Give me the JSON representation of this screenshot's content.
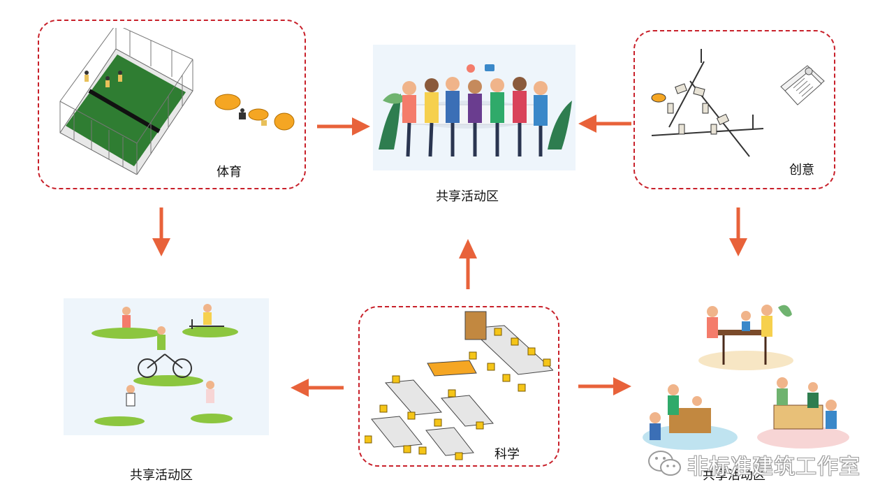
{
  "nodes": {
    "sports": {
      "label": "体育"
    },
    "creative": {
      "label": "创意"
    },
    "science": {
      "label": "科学"
    },
    "shared_top": {
      "label": "共享活动区"
    },
    "shared_bottom_left": {
      "label": "共享活动区"
    },
    "shared_bottom_right": {
      "label": "共享活动区"
    }
  },
  "colors": {
    "dashed_border": "#c8202a",
    "arrow": "#e8623a",
    "court_green": "#2f7d32",
    "accent_orange": "#f5a623"
  },
  "watermark": {
    "text": "非标准建筑工作室",
    "icon": "wechat-icon"
  }
}
